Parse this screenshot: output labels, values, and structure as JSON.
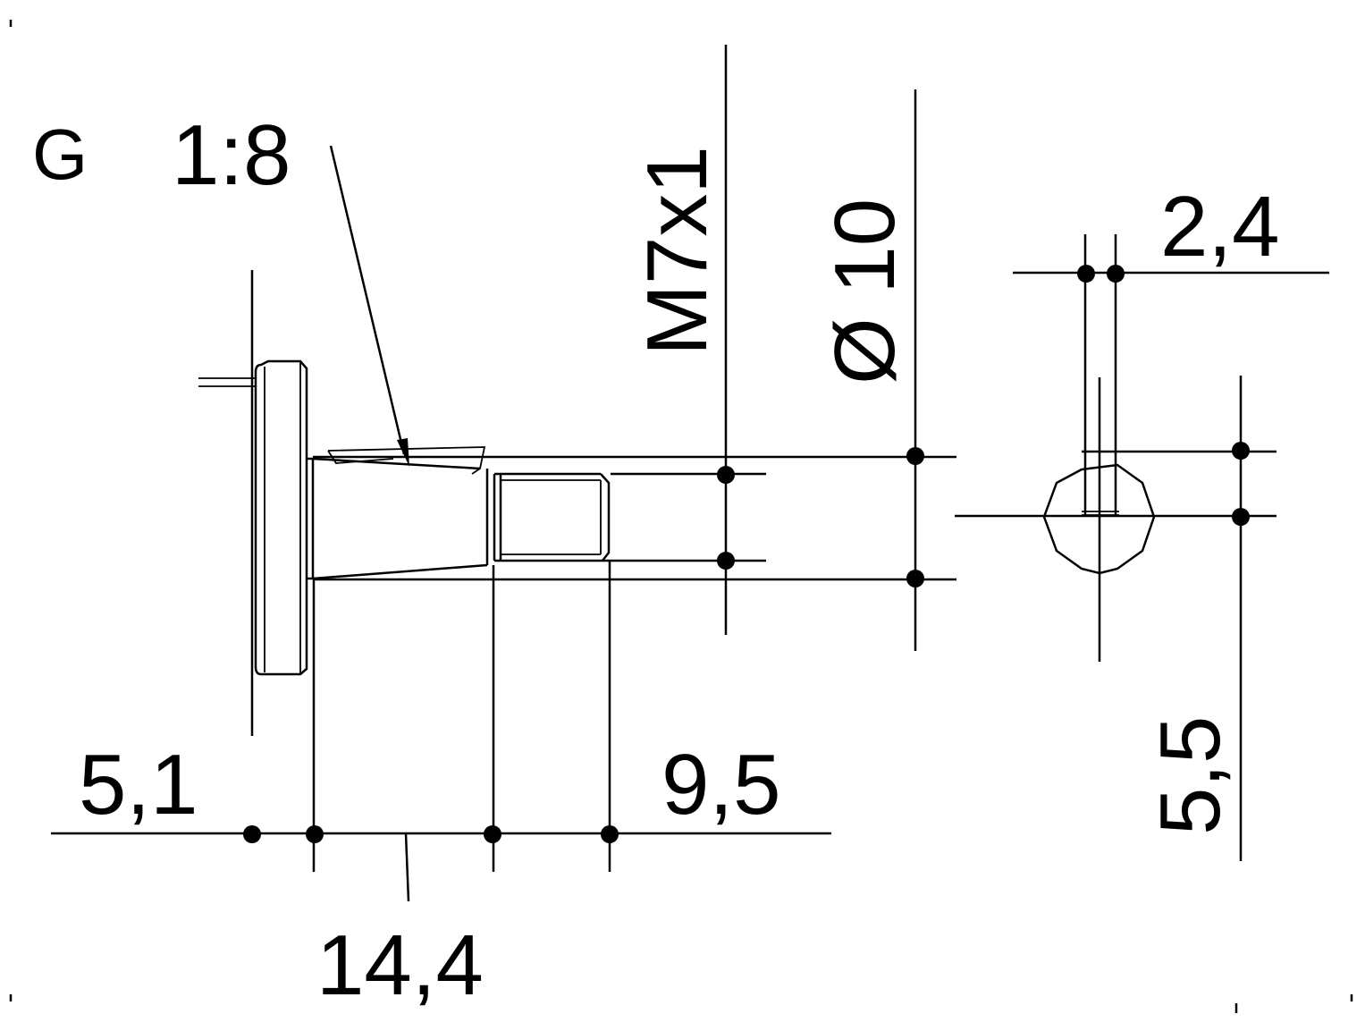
{
  "drawing": {
    "view_label": "G",
    "taper_ratio": "1:8",
    "thread": "M7x1",
    "diameter": "Ø 10",
    "keyway_width": "2,4",
    "keyway_depth": "5,5",
    "flange_length": "5,1",
    "overall_length": "14,4",
    "thread_length": "9,5"
  },
  "colors": {
    "ink": "#000000",
    "paper": "#ffffff"
  }
}
